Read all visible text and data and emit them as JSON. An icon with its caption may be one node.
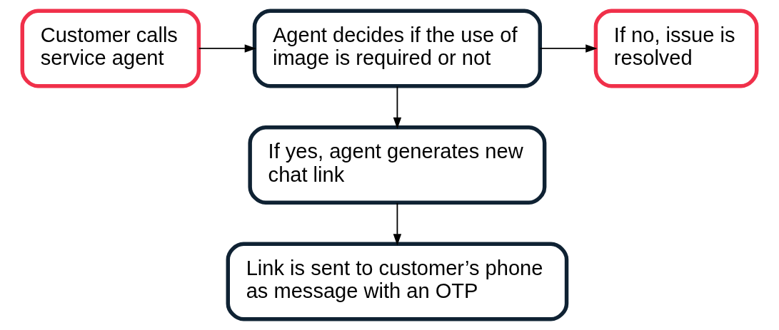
{
  "diagram": {
    "nodes": [
      {
        "text": [
          "Customer calls service agent"
        ]
      },
      {
        "text": [
          "Agent decides if the use of image is required or not"
        ]
      },
      {
        "text": [
          "If no, issue is resolved"
        ]
      },
      {
        "text": [
          "If yes, agent generates new chat link"
        ]
      },
      {
        "text": [
          "Link is sent to customer’s phone as message with an OTP"
        ]
      }
    ],
    "edges": [
      {
        "from": 0,
        "to": 1,
        "arrow": "to"
      },
      {
        "from": 1,
        "to": 2,
        "arrow": "to"
      },
      {
        "from": 1,
        "to": 3,
        "arrow": "to"
      },
      {
        "from": 3,
        "to": 4,
        "arrow": "to"
      }
    ]
  }
}
